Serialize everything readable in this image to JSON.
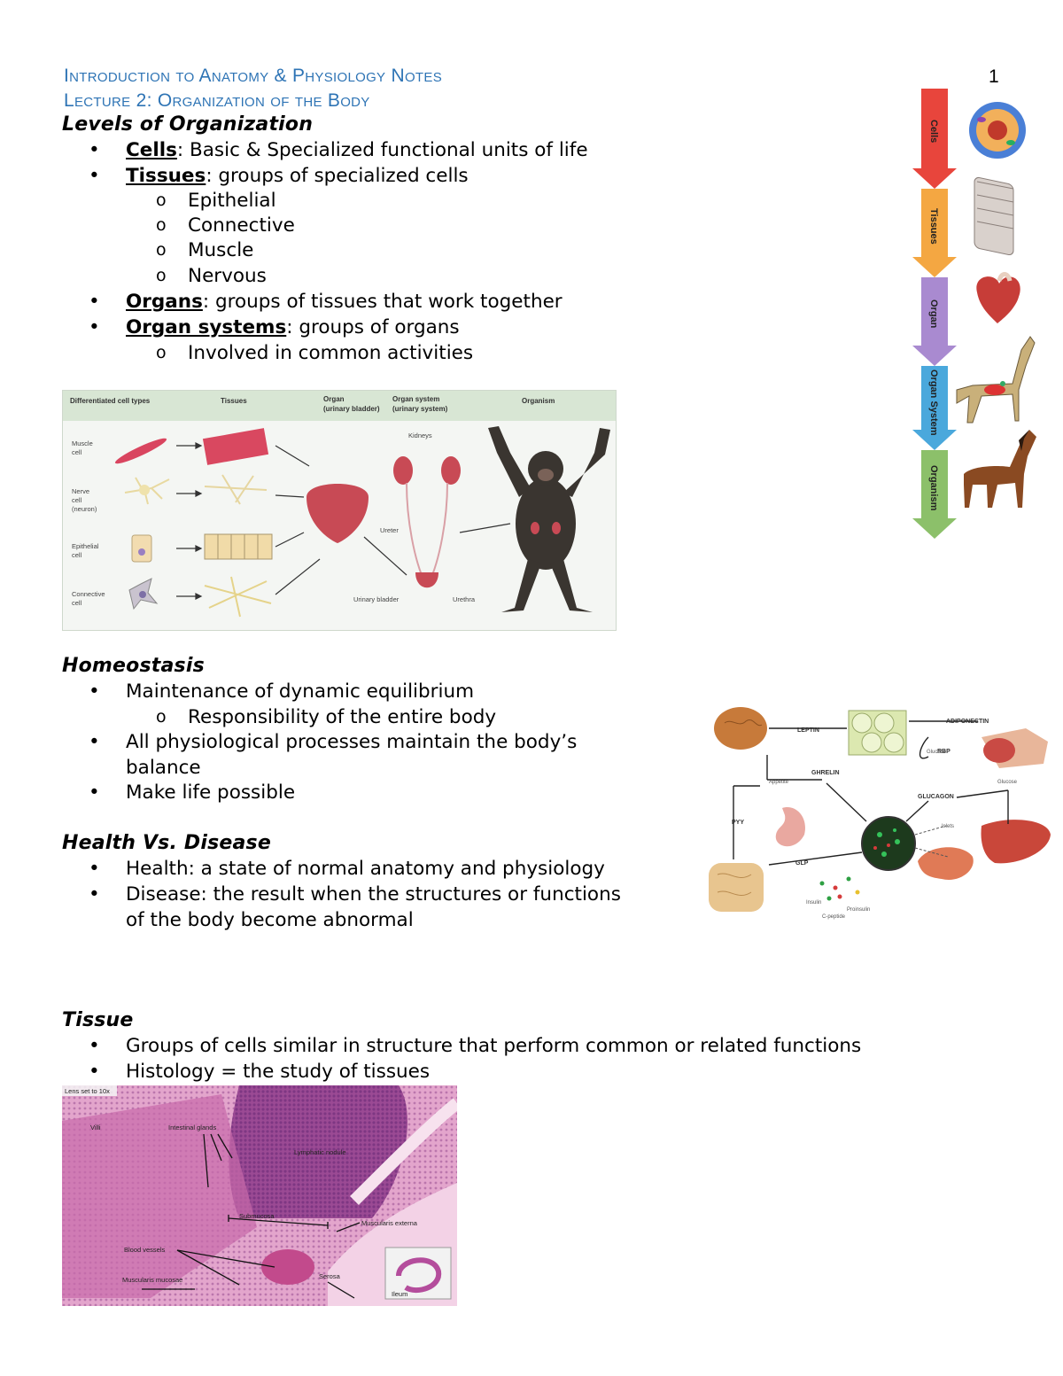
{
  "header": {
    "course_title": "Introduction to Anatomy & Physiology Notes",
    "lecture_title": "Lecture 2: Organization of the Body",
    "page_number": "1"
  },
  "levels": {
    "heading": "Levels of Organization",
    "cells_term": "Cells",
    "cells_text": ": Basic & Specialized functional units of life",
    "tissues_term": "Tissues",
    "tissues_text": ": groups of specialized cells",
    "tissue_types": [
      "Epithelial",
      "Connective",
      "Muscle",
      "Nervous"
    ],
    "organs_term": "Organs",
    "organs_text": ": groups of tissues that work together",
    "systems_term": "Organ systems",
    "systems_text": ": groups of organs",
    "systems_sub": "Involved in common activities"
  },
  "side_arrow": {
    "labels": [
      "Cells",
      "Tissues",
      "Organ",
      "Organ System",
      "Organism"
    ],
    "colors": [
      "#e8453c",
      "#f4a742",
      "#a98ad0",
      "#4aa8dc",
      "#8cc06a"
    ]
  },
  "figure1": {
    "col_headers": [
      "Differentiated cell types",
      "Tissues",
      "Organ\n(urinary bladder)",
      "Organ system\n(urinary system)",
      "Organism"
    ],
    "col_headers_plain": {
      "cell_types": "Differentiated cell types",
      "tissues": "Tissues",
      "organ_1": "Organ",
      "organ_2": "(urinary bladder)",
      "system_1": "Organ system",
      "system_2": "(urinary system)",
      "organism": "Organism"
    },
    "cell_labels": {
      "muscle_1": "Muscle",
      "muscle_2": "cell",
      "nerve_1": "Nerve",
      "nerve_2": "cell",
      "nerve_3": "(neuron)",
      "epi_1": "Epithelial",
      "epi_2": "cell",
      "conn_1": "Connective",
      "conn_2": "cell"
    },
    "organ_labels": {
      "kidneys": "Kidneys",
      "ureter": "Ureter",
      "bladder": "Urinary bladder",
      "urethra": "Urethra"
    }
  },
  "homeostasis": {
    "heading": "Homeostasis",
    "bullet1": "Maintenance of dynamic equilibrium",
    "sub1": "Responsibility of the entire body",
    "bullet2_line1": "All physiological processes maintain the body’s",
    "bullet2_line2": "balance",
    "bullet3": "Make life possible"
  },
  "figure2": {
    "labels": {
      "leptin": "LEPTIN",
      "adiponectin": "ADIPONECTIN",
      "glucose_top": "Glucose",
      "rbp": "RBP",
      "ghrelin": "GHRELIN",
      "appetite": "Appetite",
      "glucagon": "GLUCAGON",
      "glucose_right": "Glucose",
      "pyy": "PYY",
      "islets": "Islets",
      "glp": "GLP",
      "insulin": "Insulin",
      "proinsulin": "Proinsulin",
      "cpeptide": "C-peptide"
    }
  },
  "health": {
    "heading": "Health Vs. Disease",
    "bullet1": "Health: a state of normal anatomy and physiology",
    "bullet2_line1": "Disease: the result when the structures or functions",
    "bullet2_line2": "of the body become abnormal"
  },
  "tissue": {
    "heading": "Tissue",
    "bullet1": "Groups of cells similar in structure that perform common or related functions",
    "bullet2": "Histology = the study of tissues"
  },
  "figure3": {
    "labels": {
      "lens": "Lens set to 10x",
      "villi": "Villi",
      "glands": "Intestinal glands",
      "nodule": "Lymphatic nodule",
      "submucosa": "Submucosa",
      "muscularis": "Muscularis externa",
      "vessels": "Blood vessels",
      "mucosae": "Muscularis mucosae",
      "serosa": "Serosa",
      "ileum": "Ileum"
    }
  }
}
